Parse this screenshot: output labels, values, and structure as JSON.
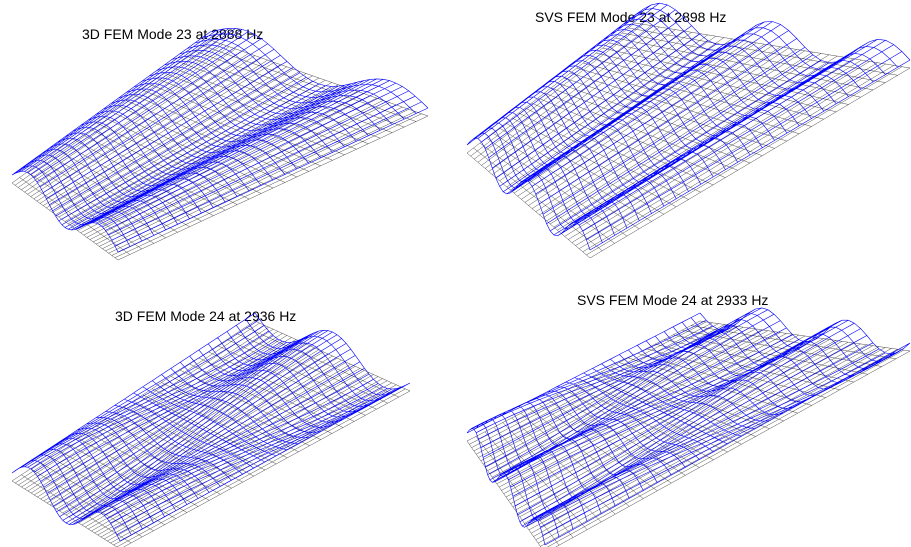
{
  "panels": [
    {
      "title": "3D FEM Mode 23 at 2888 Hz",
      "mode": 23,
      "frequency_hz": 2888,
      "method": "3D FEM",
      "waves": 1.5,
      "pattern": "straight"
    },
    {
      "title": "SVS FEM Mode 23 at 2898 Hz",
      "mode": 23,
      "frequency_hz": 2898,
      "method": "SVS FEM",
      "waves": 2.5,
      "pattern": "straight"
    },
    {
      "title": "3D FEM Mode 24 at 2936 Hz",
      "mode": 24,
      "frequency_hz": 2936,
      "method": "3D FEM",
      "waves": 1.5,
      "pattern": "twist"
    },
    {
      "title": "SVS FEM Mode 24 at 2933 Hz",
      "mode": 24,
      "frequency_hz": 2933,
      "method": "SVS FEM",
      "waves": 2.5,
      "pattern": "twist"
    }
  ],
  "colors": {
    "deformed_mesh": "#0000ff",
    "undeformed_mesh": "#000000",
    "background": "#ffffff"
  }
}
